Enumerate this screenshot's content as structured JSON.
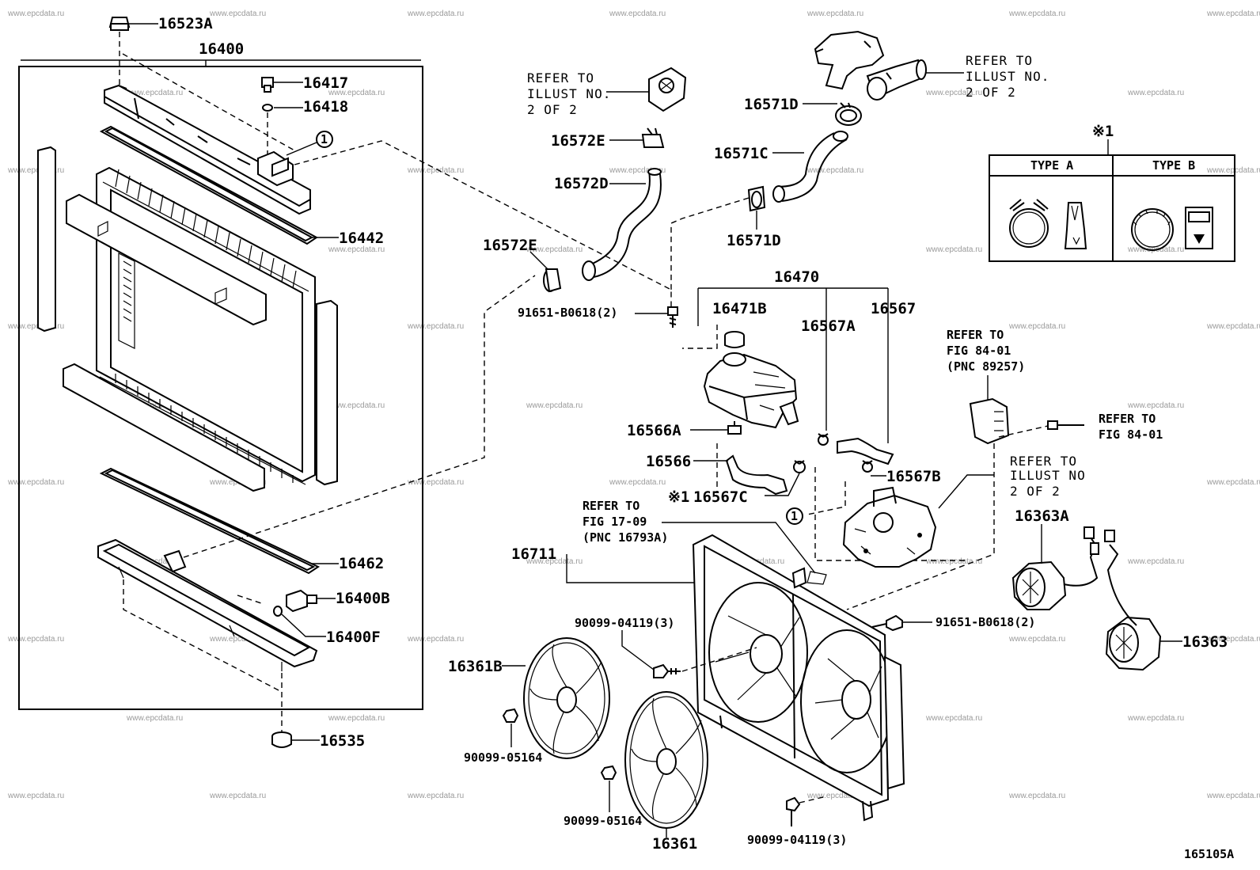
{
  "diagram_id": "165105A",
  "watermark": "www.epcdata.ru",
  "part_labels": {
    "p16523A": "16523A",
    "p16400": "16400",
    "p16417": "16417",
    "p16418": "16418",
    "p16442": "16442",
    "p16462": "16462",
    "p16400B": "16400B",
    "p16400F": "16400F",
    "p16535": "16535",
    "p16572E_top": "16572E",
    "p16572D": "16572D",
    "p16572E_mid": "16572E",
    "p91651_top": "91651-B0618(2)",
    "p16571D_top": "16571D",
    "p16571C": "16571C",
    "p16571D_mid": "16571D",
    "p16470": "16470",
    "p16471B": "16471B",
    "p16567A": "16567A",
    "p16567": "16567",
    "p16566A": "16566A",
    "p16566": "16566",
    "p16567C": "16567C",
    "p16567B": "16567B",
    "p16711": "16711",
    "p90099_04119_top": "90099-04119(3)",
    "p16361B": "16361B",
    "p90099_05164_a": "90099-05164",
    "p90099_05164_b": "90099-05164",
    "p16361": "16361",
    "p90099_04119_bot": "90099-04119(3)",
    "p91651_bot": "91651-B0618(2)",
    "p16363A": "16363A",
    "p16363": "16363",
    "star1_16567C": "※1"
  },
  "circle_callouts": {
    "c1_top": "1",
    "c1_bot": "1"
  },
  "references": {
    "thermo": [
      "REFER TO",
      "ILLUST NO.",
      "2 OF 2"
    ],
    "outlet": [
      "REFER TO",
      "ILLUST NO.",
      "2 OF 2"
    ],
    "relay": [
      "REFER TO",
      "FIG 84-01",
      "(PNC 89257)"
    ],
    "conn": [
      "REFER TO",
      "FIG 84-01"
    ],
    "pump": [
      "REFER TO",
      "ILLUST NO",
      "2 OF 2"
    ],
    "shroud": [
      "REFER TO",
      "FIG 17-09",
      "(PNC 16793A)"
    ]
  },
  "clamp_table": {
    "mark": "※1",
    "type_a": "TYPE A",
    "type_b": "TYPE B"
  }
}
